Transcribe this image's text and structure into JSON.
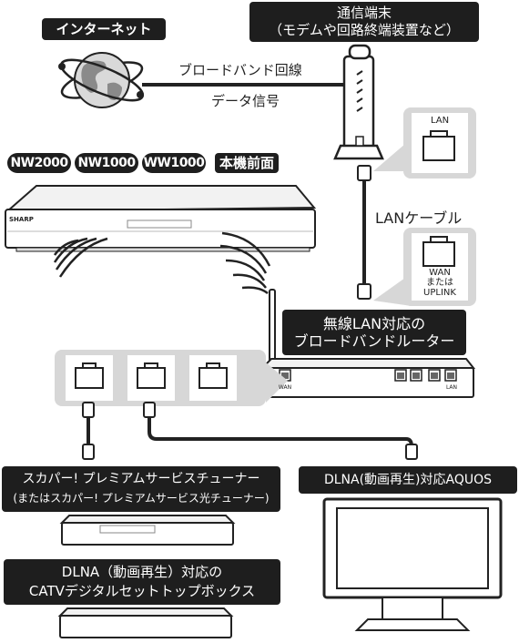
{
  "internet_label": "インターネット",
  "modem_label_line1": "通信端末",
  "modem_label_line2": "（モデムや回路終端装置など）",
  "broadband_label": "ブロードバンド回線",
  "data_signal_label": "データ信号",
  "models": [
    "NW2000",
    "NW1000",
    "WW1000"
  ],
  "front_label": "本機前面",
  "lan_port_label": "LAN",
  "lan_cable_label": "LANケーブル",
  "wan_port_label_1": "WAN",
  "wan_port_label_2": "または",
  "wan_port_label_3": "UPLINK",
  "router_label_line1": "無線LAN対応の",
  "router_label_line2": "ブロードバンドルーター",
  "skyperfect_line1": "スカパー! プレミアムサービスチューナー",
  "skyperfect_line2": "(またはスカパー! プレミアムサービス光チューナー)",
  "aquos_label": "DLNA(動画再生)対応AQUOS",
  "catv_line1": "DLNA（動画再生）対応の",
  "catv_line2": "CATVデジタルセットトップボックス",
  "recorder_brand": "SHARP",
  "router_port_wan": "WAN",
  "router_port_lan": "LAN"
}
